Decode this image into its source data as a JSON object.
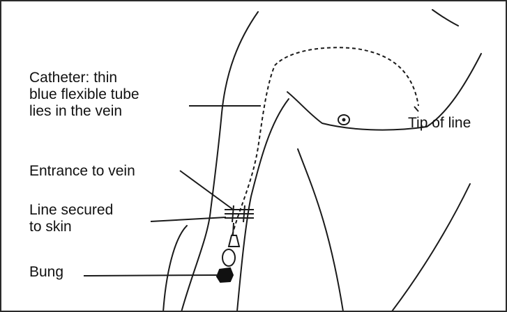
{
  "figure": {
    "labels": {
      "catheter": [
        "Catheter: thin",
        "blue flexible tube",
        "lies in the vein"
      ],
      "tip": "Tip of line",
      "entrance": "Entrance to vein",
      "secured": [
        "Line secured",
        "to skin"
      ],
      "bung": "Bung"
    },
    "colors": {
      "line_art": "#1a1a1a",
      "border": "#2a2a2a",
      "background": "#ffffff"
    }
  }
}
